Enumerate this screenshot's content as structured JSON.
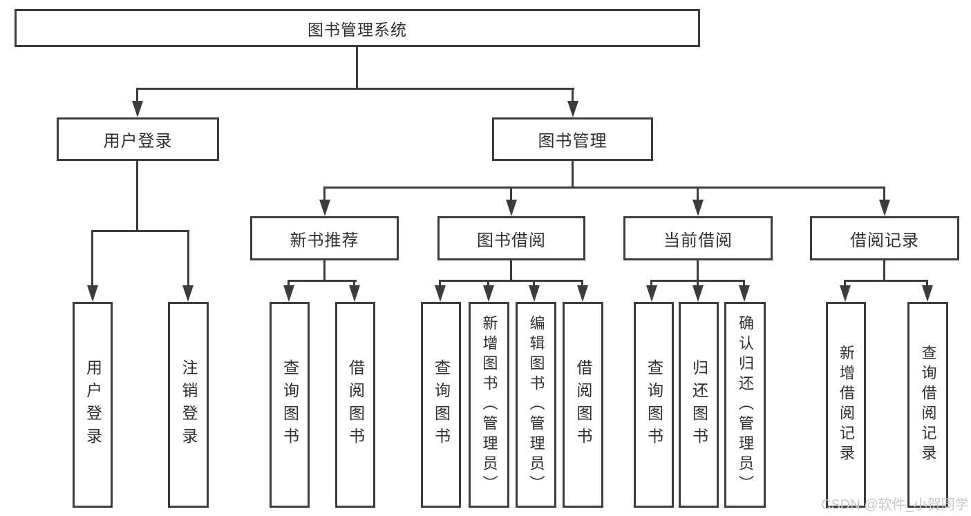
{
  "tree": {
    "root": "图书管理系统",
    "user": {
      "label": "用户登录",
      "children": [
        "用户登录",
        "注销登录"
      ]
    },
    "book": {
      "label": "图书管理",
      "recommend": {
        "label": "新书推荐",
        "children": [
          "查询图书",
          "借阅图书"
        ]
      },
      "borrow": {
        "label": "图书借阅",
        "children": [
          "查询图书",
          "新增图书（管理员）",
          "编辑图书（管理员）",
          "借阅图书"
        ]
      },
      "current": {
        "label": "当前借阅",
        "children": [
          "查询图书",
          "归还图书",
          "确认归还（管理员）"
        ]
      },
      "records": {
        "label": "借阅记录",
        "children": [
          "新增借阅记录",
          "查询借阅记录"
        ]
      }
    }
  },
  "watermark": "CSDN @软件_小贺同学",
  "colors": {
    "line": "#3c3c3c",
    "text": "#2f2f2f",
    "watermark": "#c8c8c8",
    "background": "#ffffff"
  }
}
